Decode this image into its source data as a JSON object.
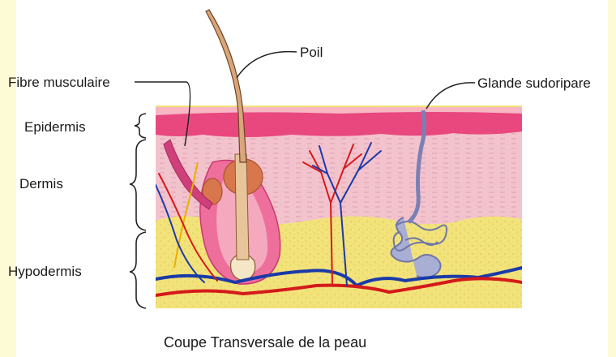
{
  "labels": {
    "poil": "Poil",
    "fibre_musculaire": "Fibre musculaire",
    "glande_sudoripare": "Glande sudoripare",
    "epidermis": "Epidermis",
    "dermis": "Dermis",
    "hypodermis": "Hypodermis"
  },
  "caption": "Coupe Transversale de la peau",
  "colors": {
    "background": "#fdfbd6",
    "epidermis": "#e8487e",
    "dermis": "#f3c3cd",
    "hypodermis": "#f2e27a",
    "artery": "#d41a1a",
    "vein": "#1a3aa8",
    "gland": "#9aa0c8",
    "hair": "#d9a67a"
  }
}
